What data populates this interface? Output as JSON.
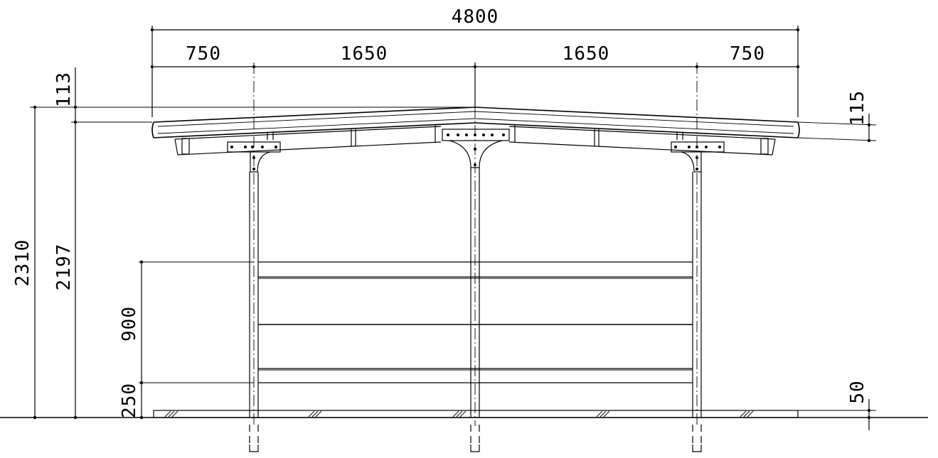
{
  "dimensions": {
    "overall_width": "4800",
    "left_overhang": "750",
    "left_span": "1650",
    "right_span": "1650",
    "right_overhang": "750",
    "roof_thickness_left": "113",
    "roof_thickness_right": "115",
    "total_height": "2310",
    "eave_height": "2197",
    "panel_height": "900",
    "panel_bottom": "250",
    "slab_thickness": "50"
  }
}
